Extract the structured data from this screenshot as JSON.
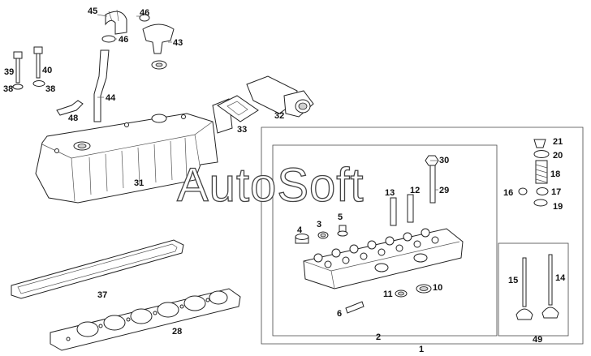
{
  "watermark": "AutoSoft",
  "labels": {
    "p1": "1",
    "p2": "2",
    "p3": "3",
    "p4": "4",
    "p5": "5",
    "p6": "6",
    "p10": "10",
    "p11": "11",
    "p12": "12",
    "p13": "13",
    "p14": "14",
    "p15": "15",
    "p16": "16",
    "p17": "17",
    "p18": "18",
    "p19": "19",
    "p20": "20",
    "p21": "21",
    "p28": "28",
    "p29": "29",
    "p30": "30",
    "p31": "31",
    "p32": "32",
    "p33": "33",
    "p37": "37",
    "p38a": "38",
    "p38b": "38",
    "p39": "39",
    "p40": "40",
    "p43": "43",
    "p44": "44",
    "p45": "45",
    "p46a": "46",
    "p46b": "46",
    "p48": "48",
    "p49": "49"
  }
}
